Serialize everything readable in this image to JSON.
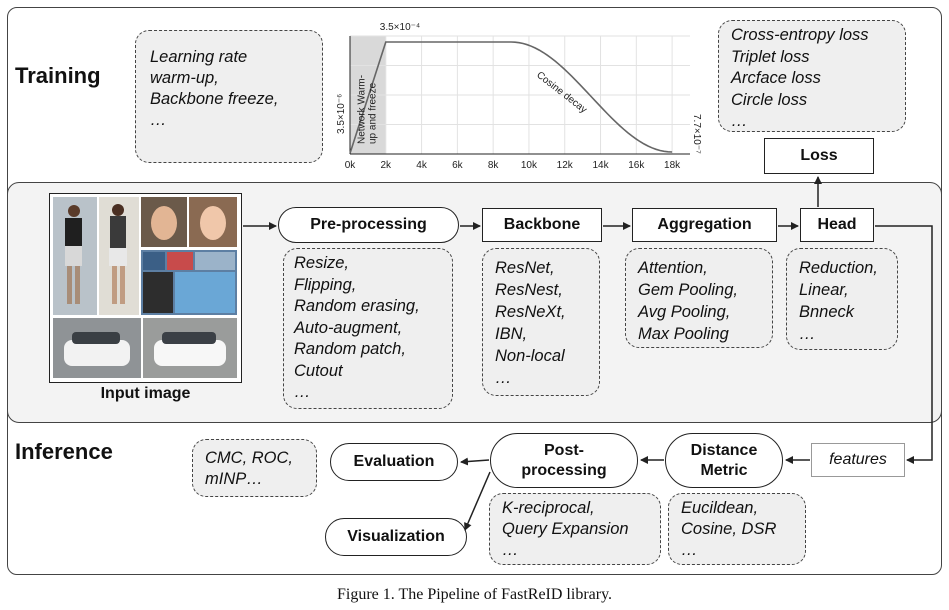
{
  "sections": {
    "training": "Training",
    "inference": "Inference"
  },
  "training_note": {
    "lines": [
      "Learning rate",
      "warm-up,",
      "Backbone freeze,",
      "…"
    ]
  },
  "loss_note": {
    "lines": [
      "Cross-entropy loss",
      "Triplet loss",
      "Arcface loss",
      "Circle loss",
      "…"
    ]
  },
  "loss_node": "Loss",
  "input_image_label": "Input image",
  "pipeline": {
    "preprocessing": "Pre-processing",
    "backbone": "Backbone",
    "aggregation": "Aggregation",
    "head": "Head"
  },
  "preprocessing_items": [
    "Resize,",
    "Flipping,",
    "Random erasing,",
    "Auto-augment,",
    "Random patch,",
    "Cutout",
    "…"
  ],
  "backbone_items": [
    "ResNet,",
    "ResNest,",
    "ResNeXt,",
    "IBN,",
    "Non-local",
    "…"
  ],
  "aggregation_items": [
    "Attention,",
    "Gem Pooling,",
    "Avg Pooling,",
    "Max Pooling"
  ],
  "head_items": [
    "Reduction,",
    "Linear,",
    "Bnneck",
    "…"
  ],
  "inference": {
    "features": "features",
    "distance_metric": [
      "Distance",
      "Metric"
    ],
    "post_processing": [
      "Post-",
      "processing"
    ],
    "evaluation": "Evaluation",
    "visualization": "Visualization"
  },
  "metrics_items": [
    "CMC, ROC,",
    "mINP…"
  ],
  "postproc_items": [
    "K-reciprocal,",
    "Query Expansion",
    "…"
  ],
  "distance_items": [
    "Eucildean,",
    "Cosine, DSR",
    "…"
  ],
  "caption": "Figure 1. The Pipeline of FastReID library.",
  "chart_data": {
    "type": "line",
    "x": [
      0,
      2000,
      9000,
      18000
    ],
    "y": [
      3.5e-06,
      0.00035,
      0.00035,
      7.7e-06
    ],
    "x_ticks": [
      "0k",
      "2k",
      "4k",
      "6k",
      "8k",
      "10k",
      "12k",
      "14k",
      "16k",
      "18k"
    ],
    "xlim": [
      0,
      19000
    ],
    "peak_label": "3.5×10⁻⁴",
    "start_label": "3.5×10⁻⁶",
    "end_label": "7.7×10⁻⁷",
    "warmup_label": [
      "Network Warm-",
      "up and freeze"
    ],
    "decay_label": "Cosine decay",
    "grid": true
  },
  "colors": {
    "border": "#444444",
    "fill": "#f0f0f0",
    "warmup_shade": "#d9d9d9",
    "line": "#666666"
  }
}
